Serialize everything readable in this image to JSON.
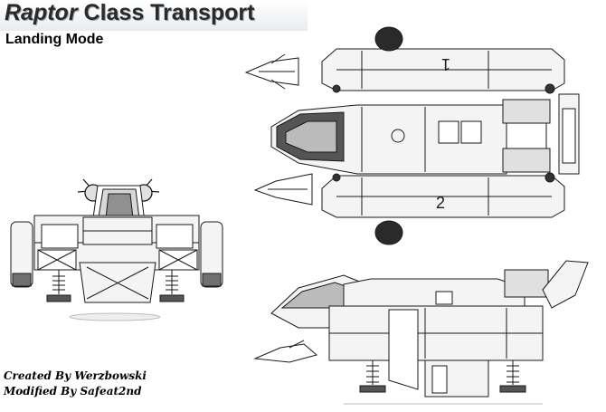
{
  "title": {
    "part1": "Raptor",
    "part2": " Class Transport"
  },
  "subtitle": "Landing Mode",
  "credits": {
    "line1": "Created By Werzbowski",
    "line2": "Modified By Safeat2nd"
  },
  "hull_markings": {
    "upper_pod": "1",
    "lower_pod": "2"
  },
  "colors": {
    "ink": "#1a1a1a",
    "panel_fill": "#f4f4f4",
    "shade": "#c8c8c8",
    "dark": "#2b2b2b"
  }
}
